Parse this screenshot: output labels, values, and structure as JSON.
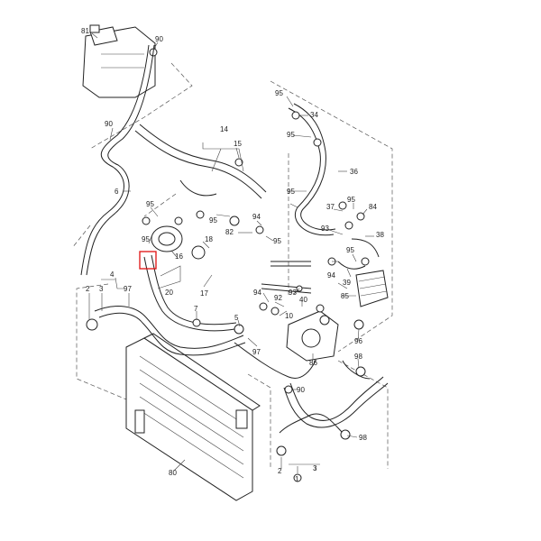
{
  "labels": {
    "l81": "81",
    "l90a": "90",
    "l90b": "90",
    "l14": "14",
    "l15": "15",
    "l95a": "95",
    "l34": "34",
    "l95b": "95",
    "l36": "36",
    "l95c": "95",
    "l6": "6",
    "l95d": "95",
    "l95e": "95",
    "l94a": "94",
    "l82": "82",
    "l95f": "95",
    "l18": "18",
    "l16": "16",
    "l95g": "95",
    "l37": "37",
    "l95h": "95",
    "l84": "84",
    "l38": "38",
    "l93a": "93",
    "l95i": "95",
    "l94b": "94",
    "l39": "39",
    "l4": "4",
    "l20": "20",
    "l17": "17",
    "l94c": "94",
    "l92": "92",
    "l93b": "93",
    "l40": "40",
    "l85": "85",
    "l10": "10",
    "l2a": "2",
    "l3a": "3",
    "l97a": "97",
    "l7": "7",
    "l5": "5",
    "l97b": "97",
    "l96": "96",
    "l86": "86",
    "l98a": "98",
    "l90c": "90",
    "l98b": "98",
    "l80": "80",
    "l2b": "2",
    "l3b": "3",
    "l1": "1"
  }
}
